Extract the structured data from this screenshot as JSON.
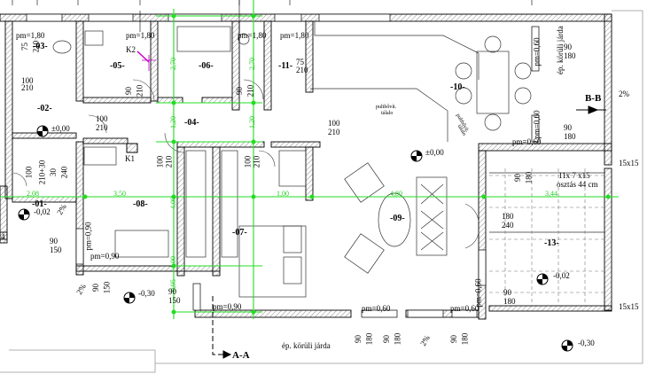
{
  "rooms": {
    "r01": "-01-",
    "r02": "-02-",
    "r03": "-03-",
    "r04": "-04-",
    "r05": "-05-",
    "r06": "-06-",
    "r07": "-07-",
    "r08": "-08-",
    "r09": "-09-",
    "r10": "-10-",
    "r11": "-11-",
    "r13": "-13-"
  },
  "dims": {
    "grid_208": "2,08",
    "grid_350": "3,50",
    "grid_100": "1,00",
    "grid_480": "4,80",
    "grid_344": "3,44",
    "v_270a": "2,70",
    "v_270b": "2,70",
    "v_120a": "1,20",
    "v_120b": "1,20",
    "v_400": "4,00",
    "v_100": "1,00",
    "v_095": "0,95",
    "d_100_210a": "100",
    "d_100_210a_b": "210",
    "d_100_210b": "100",
    "d_100_210b_b": "210",
    "d_100_210c": "100",
    "d_100_210c_b": "210",
    "d_75_210a": "75",
    "d_75_210a_b": "210",
    "d_75_210b": "75",
    "d_75_210b_b": "210",
    "d_90_150a": "90",
    "d_90_150a_b": "150",
    "d_90_150b": "90",
    "d_90_150b_b": "150",
    "d_90_180a": "90",
    "d_90_180a_b": "180",
    "d_90_180b": "90",
    "d_90_180b_b": "180",
    "d_90_180c": "90",
    "d_90_180c_b": "180",
    "d_180_240": "180",
    "d_180_240_b": "240",
    "v_90_210a": "90",
    "v_90_210a_b": "210",
    "v_90_210b": "90",
    "v_90_210b_b": "210",
    "v_100_210a": "100",
    "v_100_210a_b": "210",
    "v_100_210b": "100",
    "v_100_210b_b": "210",
    "v_75_210": "75",
    "v_75_210_b": "210",
    "v_210_30": "210+30",
    "v_100b": "100",
    "v_30_240a": "30",
    "v_30_240b": "240",
    "v_90_150a": "90",
    "v_90_150b": "150",
    "v_90_180a": "90",
    "v_90_180b": "180",
    "v_90_180c": "90",
    "v_90_180d": "180",
    "v_90_180e": "90",
    "v_90_180f": "180",
    "v_90_180g": "90",
    "v_90_180h": "180"
  },
  "parapets": {
    "pm180a": "pm=1,80",
    "pm180b": "pm=1,80",
    "pm180c": "pm=1,80",
    "pm180d": "pm=1,80",
    "pm060a": "pm=0,60",
    "pm060b": "pm=0,60",
    "pm060c": "pm=0,60",
    "pm060d": "pm=0,60",
    "pm060e": "pm=0,60",
    "pm060f": "pm=0,60",
    "pm090a": "pm=0,90",
    "pm090b": "pm=0,90",
    "pm090c": "pm=0,90"
  },
  "levels": {
    "l000a": "±0,00",
    "l000b": "±0,00",
    "l002a": "-0,02",
    "l002b": "-0,02",
    "l030a": "-0,30",
    "l030b": "-0,30"
  },
  "labels": {
    "k1": "K1",
    "k2": "K2",
    "stairs": "11x 7 x15",
    "stairs2": "osztás 44 cm",
    "st1": "15x15",
    "st2": "15x15",
    "walk1": "ép. körüli járda",
    "walk2": "ép. körüli járda",
    "kitchen": "pultbővít.",
    "kitchen2": "tálalo",
    "kitchen3": "pultbővít.",
    "kitchen4": "tálalo",
    "sectA": "A-A",
    "sectB": "B-B",
    "pct1": "2%",
    "pct2": "2%",
    "pct3": "2%",
    "pct4": "2%",
    "num4": "4"
  }
}
